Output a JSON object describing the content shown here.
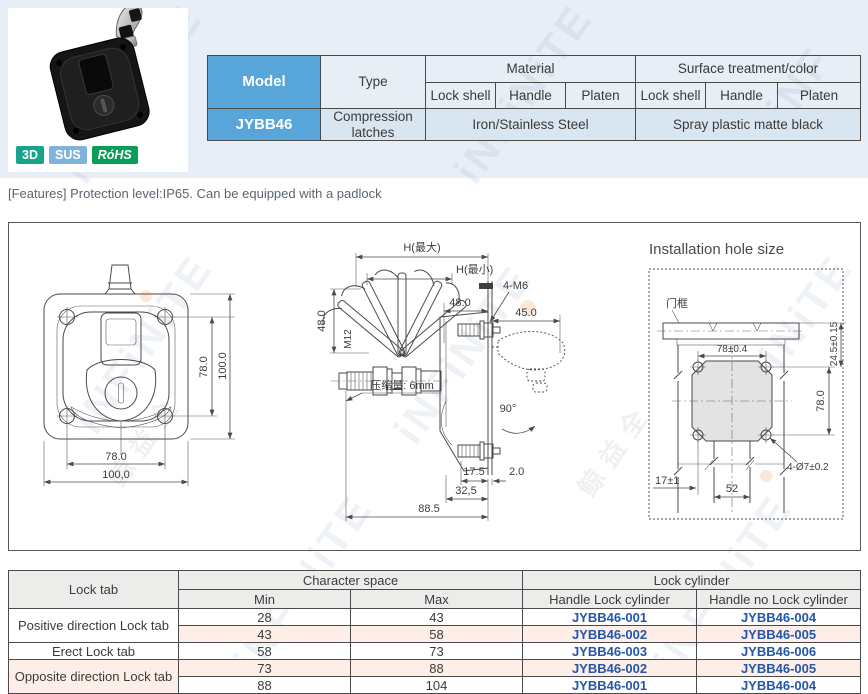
{
  "product": {
    "badges": [
      {
        "label": "3D"
      },
      {
        "label": "SUS"
      },
      {
        "label": "RóHS"
      }
    ]
  },
  "spec_table": {
    "model_label": "Model",
    "type_label": "Type",
    "material_label": "Material",
    "surface_label": "Surface treatment/color",
    "sub_headers": [
      "Lock shell",
      "Handle",
      "Platen",
      "Lock shell",
      "Handle",
      "Platen"
    ],
    "row": {
      "model": "JYBB46",
      "type": "Compression latches",
      "material": "Iron/Stainless Steel",
      "surface": "Spray plastic matte black"
    }
  },
  "features": "[Features] Protection level:IP65. Can be equipped with a padlock",
  "drawing": {
    "front": {
      "dim_w_inner": "78.0",
      "dim_w_outer": "100,0",
      "dim_h_inner": "78.0",
      "dim_h_outer": "100.0"
    },
    "side": {
      "h_max": "H(最大)",
      "h_min": "H(最小)",
      "bolts": "4-M6",
      "dim_48h": "48.0",
      "dim_45": "45.0",
      "dim_48v": "48.0",
      "thread": "M12",
      "compression": "压缩量: 6mm",
      "angle": "90°",
      "dim_175": "17.5",
      "dim_20": "2.0",
      "dim_325": "32,5",
      "dim_885": "88.5"
    },
    "install": {
      "title": "Installation hole size",
      "door_frame": "门框",
      "dim_245": "24.5±0.15",
      "dim_78t": "78±0.4",
      "dim_78r": "78.0",
      "dim_holes": "4-Ø7±0.2",
      "dim_17": "17±1",
      "dim_52": "52"
    }
  },
  "lock_table": {
    "headers": {
      "lock_tab": "Lock tab",
      "character_space": "Character space",
      "lock_cylinder": "Lock cylinder",
      "min": "Min",
      "max": "Max",
      "handle_lock": "Handle Lock cylinder",
      "handle_no_lock": "Handle no Lock cylinder"
    },
    "groups": [
      {
        "name": "Positive direction Lock tab",
        "rows": [
          [
            "28",
            "43",
            "JYBB46-001",
            "JYBB46-004"
          ],
          [
            "43",
            "58",
            "JYBB46-002",
            "JYBB46-005"
          ]
        ]
      },
      {
        "name": "Erect  Lock tab",
        "rows": [
          [
            "58",
            "73",
            "JYBB46-003",
            "JYBB46-006"
          ]
        ]
      },
      {
        "name": "Opposite direction Lock tab",
        "rows": [
          [
            "73",
            "88",
            "JYBB46-002",
            "JYBB46-005"
          ],
          [
            "88",
            "104",
            "JYBB46-001",
            "JYBB46-004"
          ]
        ]
      }
    ]
  },
  "colors": {
    "accent_blue": "#58a6d9",
    "row_blue": "#d9e5f1",
    "band_blue": "#e8eef5",
    "stripe_pink": "#fdeee8",
    "header_gray": "#ecedea",
    "code_blue": "#2456aa",
    "badge_3d": "#18a38b",
    "badge_sus": "#7fb3dc",
    "badge_rohs": "#0b9d57"
  }
}
